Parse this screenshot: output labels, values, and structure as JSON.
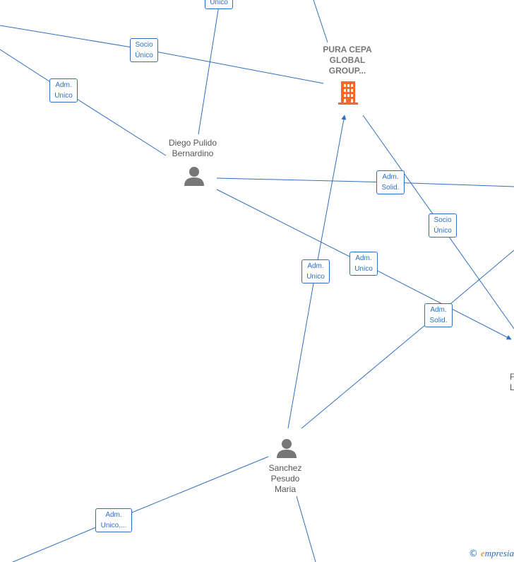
{
  "nodes": {
    "company": {
      "label": "PURA CEPA\nGLOBAL\nGROUP..."
    },
    "diego": {
      "label": "Diego Pulido\nBernardino"
    },
    "sanchez": {
      "label": "Sanchez\nPesudo\nMaria"
    },
    "partial": {
      "label": "F\nL"
    }
  },
  "edge_labels": {
    "top_unico": "Unico",
    "socio_unico_1": "Socio\nÚnico",
    "adm_unico_1": "Adm.\nUnico",
    "adm_solid_1": "Adm.\nSolid.",
    "socio_unico_2": "Socio\nÚnico",
    "adm_unico_2": "Adm.\nUnico",
    "adm_unico_3": "Adm.\nUnico",
    "adm_solid_2": "Adm.\nSolid.",
    "adm_unico_4": "Adm.\nUnico,..."
  },
  "watermark": {
    "copyright": "©",
    "brand_initial": "e",
    "brand_rest": "mpresia"
  },
  "colors": {
    "edge": "#2f6fbf",
    "company_icon": "#f26a2e",
    "person_icon": "#777777"
  }
}
